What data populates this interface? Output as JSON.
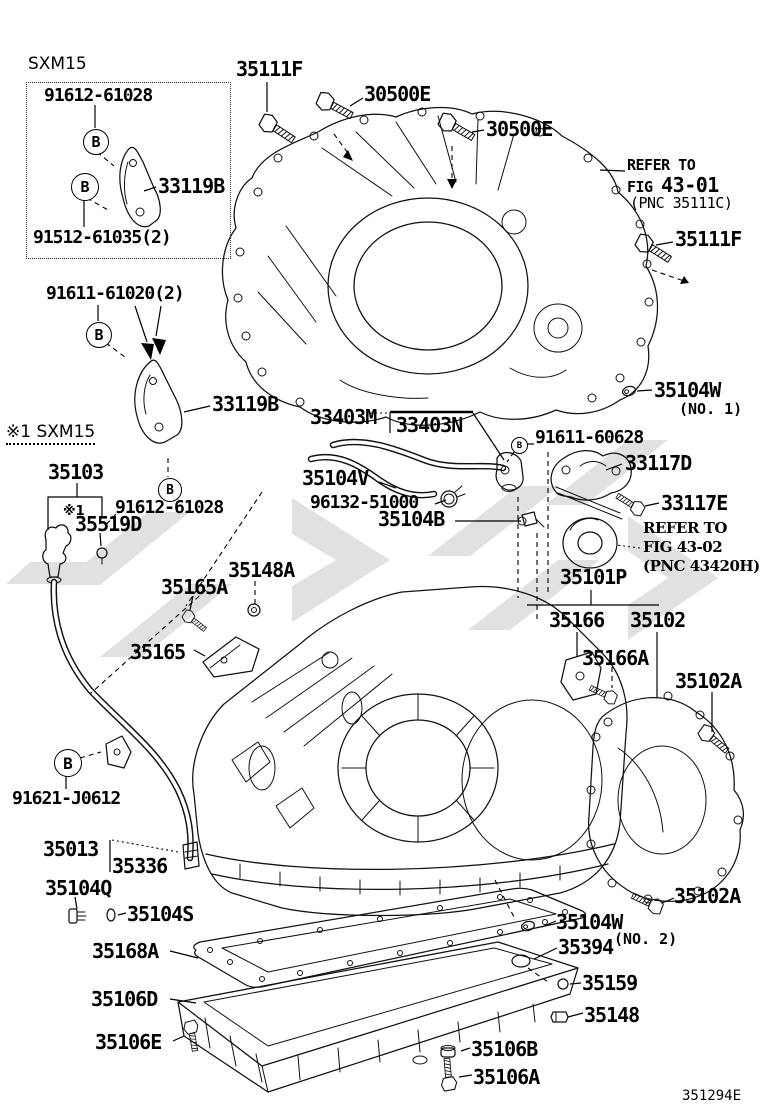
{
  "watermark_color": "#c9c9c9",
  "connector_letter": "B",
  "inset_box": {
    "model": "SXM15",
    "top_part": "91612-61028",
    "bracket_part": "33119B",
    "bottom_part": "91512-61035(2)"
  },
  "labels": {
    "p91611_61020": "91611-61020(2)",
    "p33119b": "33119B",
    "note_model": "※1 SXM15",
    "p35103": "35103",
    "note_ref": "※1",
    "p35519d": "35519D",
    "p91612_61028b": "91612-61028",
    "p35111f_top": "35111F",
    "p30500e_a": "30500E",
    "p30500e_b": "30500E",
    "p35111f_right": "35111F",
    "p35104w_1": "35104W",
    "no1": "(NO. 1)",
    "p33403m": "33403M",
    "p33403n": "33403N",
    "p91611_60628": "91611-60628",
    "p33117d": "33117D",
    "p35104v": "35104V",
    "p96132_51000": "96132-51000",
    "p35104b": "35104B",
    "p33117e": "33117E",
    "p35101p": "35101P",
    "p35148a": "35148A",
    "p35165a": "35165A",
    "p35165": "35165",
    "p35166": "35166",
    "p35102": "35102",
    "p35166a": "35166A",
    "p35102a_top": "35102A",
    "p91621_j0612": "91621-J0612",
    "p35013": "35013",
    "p35336": "35336",
    "p35104q": "35104Q",
    "p35104s": "35104S",
    "p35168a": "35168A",
    "p35106d": "35106D",
    "p35106e": "35106E",
    "p35102a_bot": "35102A",
    "p35104w_2": "35104W",
    "no2": "(NO. 2)",
    "p35394": "35394",
    "p35159": "35159",
    "p35148": "35148",
    "p35106b": "35106B",
    "p35106a": "35106A"
  },
  "refer_notes": {
    "fig4301": {
      "line1": "REFER TO",
      "fig_word": "FIG",
      "fig_num": "43-01",
      "line3": "(PNC 35111C)"
    },
    "fig4302": {
      "line1": "REFER TO",
      "line2": "FIG 43-02",
      "line3": "(PNC 43420H)"
    }
  },
  "figure_code": "351294E"
}
